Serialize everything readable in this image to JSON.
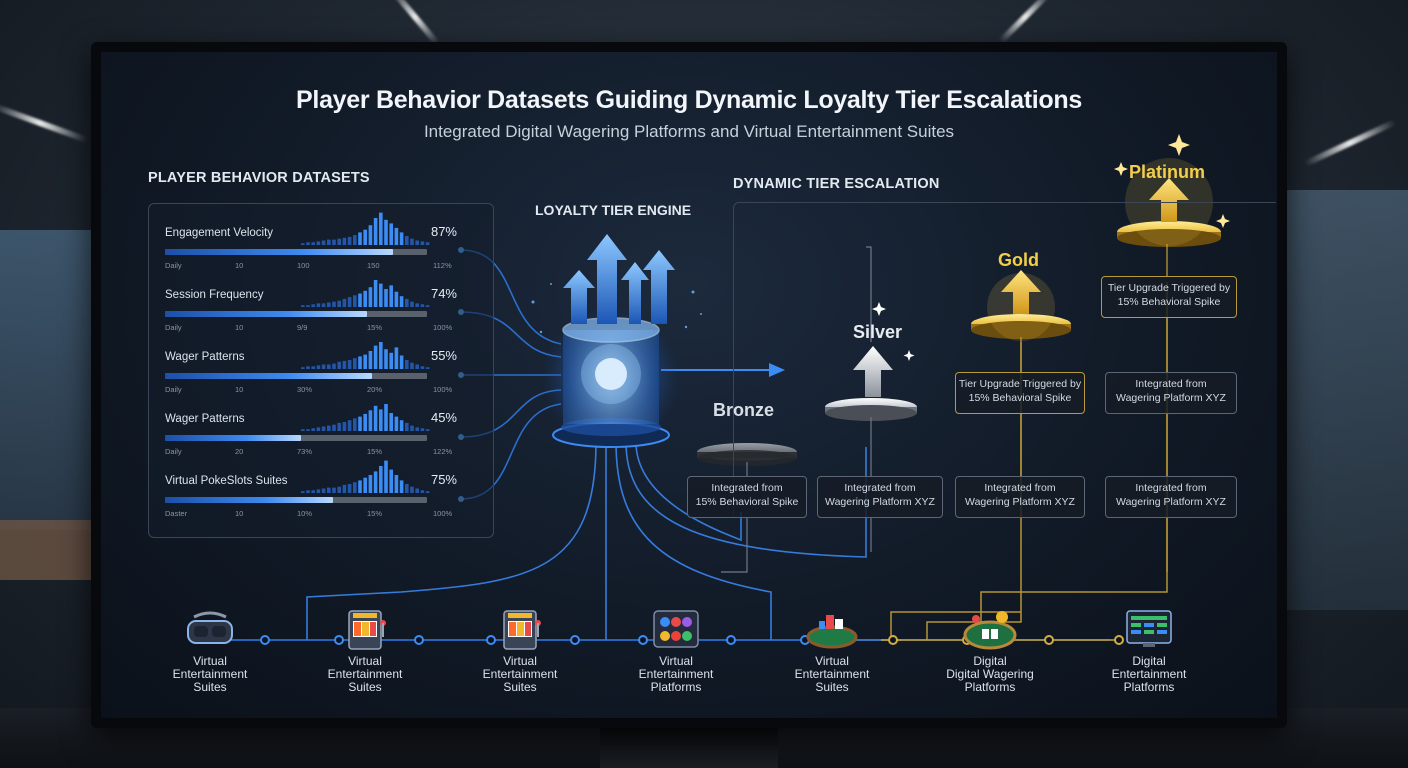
{
  "title": "Player Behavior Datasets Guiding Dynamic Loyalty Tier Escalations",
  "subtitle": "Integrated Digital Wagering Platforms and Virtual Entertainment Suites",
  "datasets": {
    "heading": "PLAYER BEHAVIOR DATASETS",
    "metrics": [
      {
        "name": "Engagement Velocity",
        "percent": "87%",
        "fill": 0.87,
        "ticks": [
          "Daily",
          "10",
          "100",
          "150",
          "112%"
        ]
      },
      {
        "name": "Session Frequency",
        "percent": "74%",
        "fill": 0.77,
        "ticks": [
          "Daily",
          "10",
          "9/9",
          "15%",
          "100%"
        ]
      },
      {
        "name": "Wager Patterns",
        "percent": "55%",
        "fill": 0.79,
        "ticks": [
          "Daily",
          "10",
          "30%",
          "20%",
          "100%"
        ]
      },
      {
        "name": "Wager Patterns",
        "percent": "45%",
        "fill": 0.52,
        "ticks": [
          "Daily",
          "20",
          "73%",
          "15%",
          "122%"
        ]
      },
      {
        "name": "Virtual PokeSlots Suites",
        "percent": "75%",
        "fill": 0.64,
        "ticks": [
          "Daster",
          "10",
          "10%",
          "15%",
          "100%"
        ]
      }
    ]
  },
  "engine": {
    "heading": "LOYALTY TIER ENGINE"
  },
  "escalation": {
    "heading": "DYNAMIC TIER ESCALATION",
    "tiers": [
      {
        "name": "Bronze",
        "color": "#d9dee6",
        "box": "Integrated from 15% Behavioral Spike",
        "box_line1": "Integrated from",
        "box_line2": "15% Behavioral Spike"
      },
      {
        "name": "Silver",
        "color": "#e8ecf1",
        "box_line1": "Integrated from",
        "box_line2": "Wagering Platform XYZ"
      },
      {
        "name": "Gold",
        "color": "#f4cf45",
        "upgrade_line1": "Tier Upgrade Triggered by",
        "upgrade_line2": "15% Behavioral Spike",
        "box_line1": "Integrated from",
        "box_line2": "Wagering Platform XYZ"
      },
      {
        "name": "Platinum",
        "color": "#f3cd4c",
        "upgrade_line1": "Tier Upgrade Triggered by",
        "upgrade_line2": "15% Behavioral Spike",
        "mid_line1": "Integrated from",
        "mid_line2": "Wagering Platform XYZ",
        "box_line1": "Integrated from",
        "box_line2": "Wagering Platform XYZ"
      }
    ]
  },
  "platforms": [
    {
      "line1": "Virtual",
      "line2": "Entertainment",
      "line3": "Suites",
      "icon": "vr-headset-icon"
    },
    {
      "line1": "Virtual",
      "line2": "Entertainment",
      "line3": "Suites",
      "icon": "slot-machine-icon"
    },
    {
      "line1": "Virtual",
      "line2": "Entertainment",
      "line3": "Suites",
      "icon": "slot-machine-icon"
    },
    {
      "line1": "Virtual",
      "line2": "Entertainment",
      "line3": "Platforms",
      "icon": "game-grid-icon"
    },
    {
      "line1": "Virtual",
      "line2": "Entertainment",
      "line3": "Suites",
      "icon": "poker-table-icon"
    },
    {
      "line1": "Digital",
      "line2": "Digital Wagering",
      "line3": "Platforms",
      "icon": "card-table-icon"
    },
    {
      "line1": "Digital",
      "line2": "Entertainment",
      "line3": "Platforms",
      "icon": "dashboard-screen-icon"
    }
  ]
}
